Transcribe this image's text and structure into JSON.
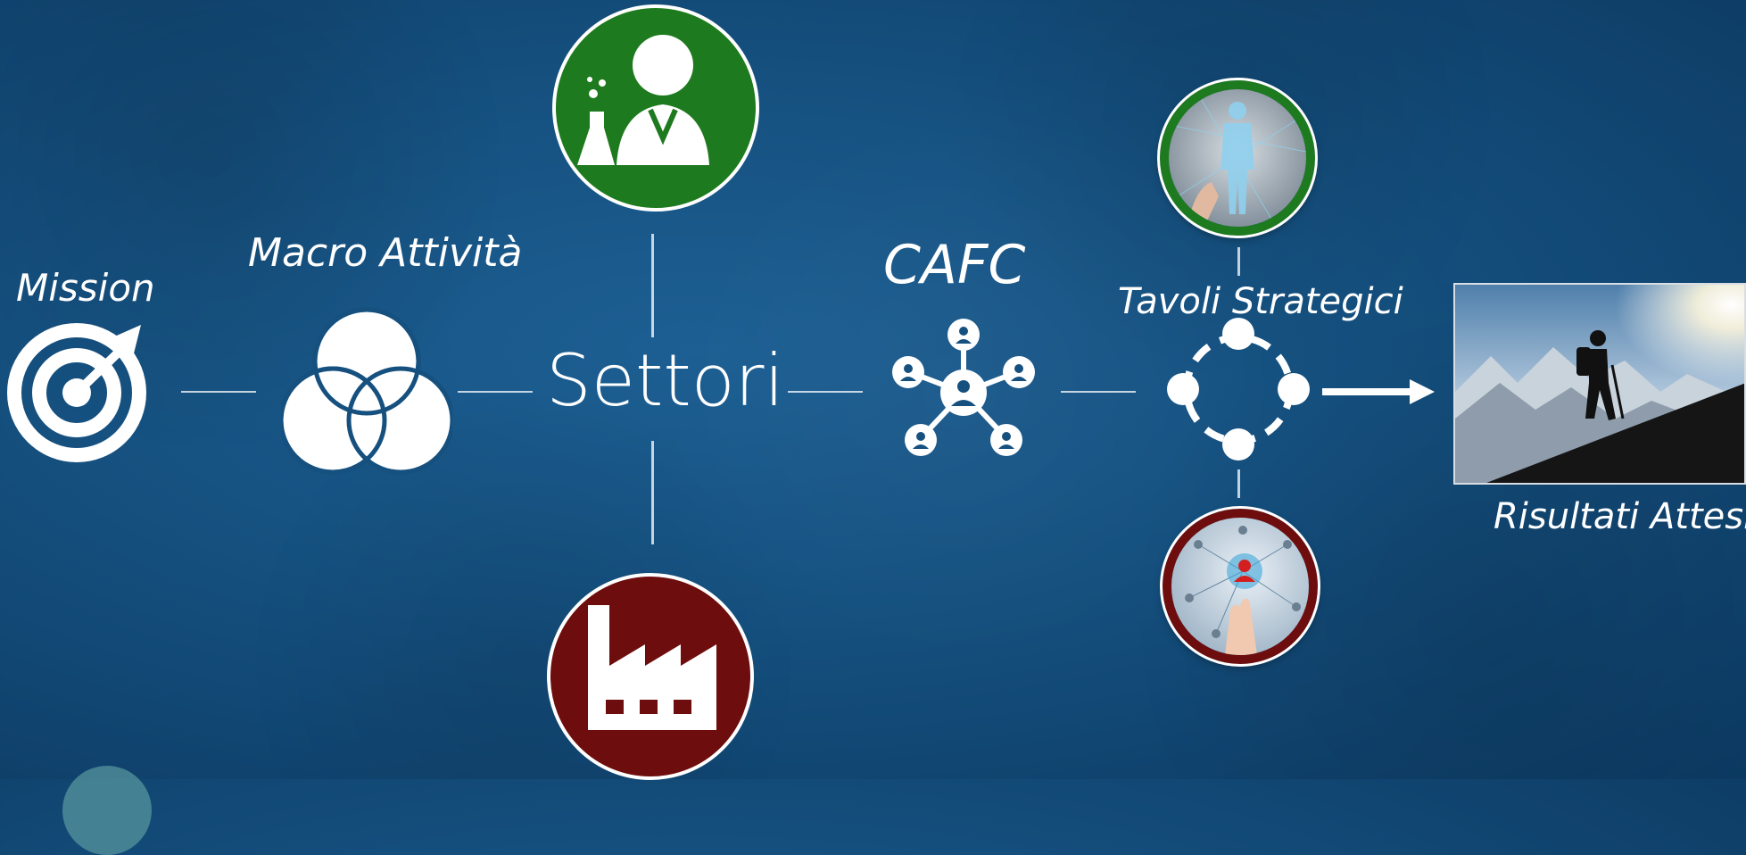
{
  "labels": {
    "mission": "Mission",
    "macro_attivita": "Macro Attività",
    "settori": "Settori",
    "cafc": "CAFC",
    "tavoli_strategici": "Tavoli Strategici",
    "risultati_attesi": "Risultati Attesi"
  },
  "icons": {
    "mission": "target-icon",
    "macro_attivita": "venn-diagram-icon",
    "settori_top": "scientist-icon",
    "settori_bottom": "factory-icon",
    "cafc": "network-people-icon",
    "tavoli_center": "circle-nodes-icon",
    "tavoli_top": "human-body-photo",
    "tavoli_bottom": "people-network-photo",
    "risultati": "mountain-climber-photo"
  },
  "colors": {
    "green": "#1e7a1e",
    "dark_red": "#6e0d0d",
    "white": "#ffffff"
  }
}
